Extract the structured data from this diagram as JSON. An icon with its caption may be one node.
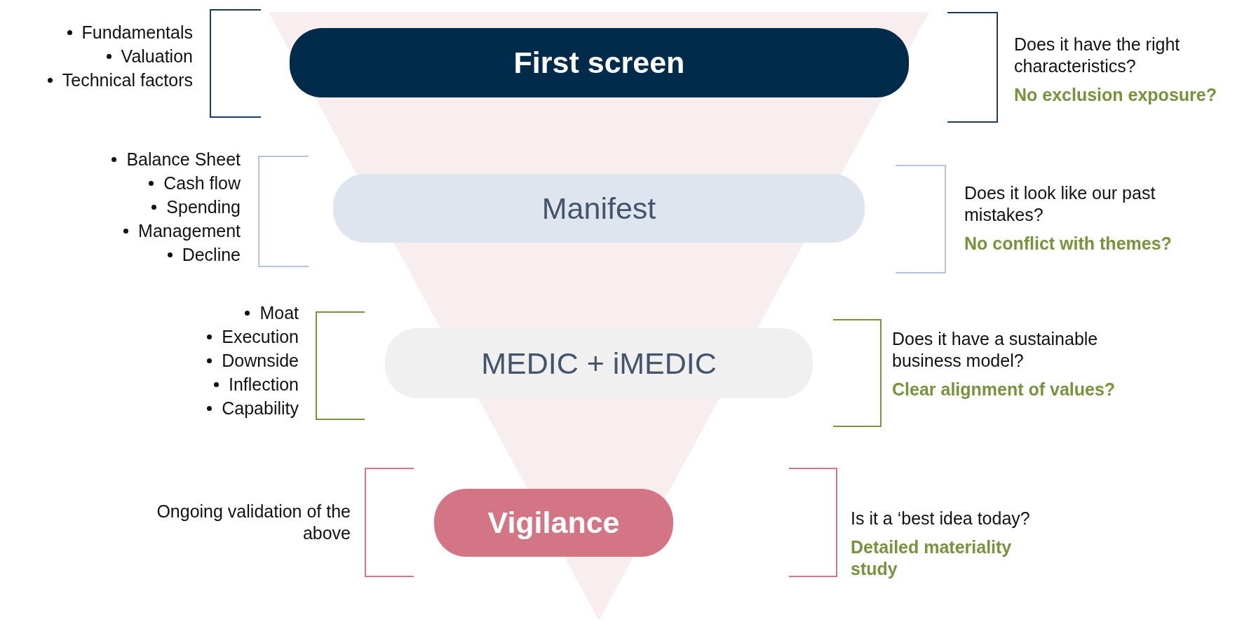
{
  "diagram": {
    "nodes": [
      {
        "text": [
          "First screen"
        ],
        "beside": [
          "Fundamentals",
          "Valuation",
          "Technical factors",
          "Does it have the right characteristics?",
          "No exclusion exposure?"
        ]
      },
      {
        "text": [
          "Manifest"
        ],
        "beside": [
          "Balance Sheet",
          "Cash flow",
          "Spending",
          "Management",
          "Decline",
          "Does it look like our past mistakes?",
          "No conflict with themes?"
        ]
      },
      {
        "text": [
          "MEDIC + iMEDIC"
        ],
        "beside": [
          "Moat",
          "Execution",
          "Downside",
          "Inflection",
          "Capability",
          "Does it have a sustainable business model?",
          "Clear alignment of values?"
        ]
      },
      {
        "text": [
          "Vigilance"
        ],
        "beside": [
          "Is it a ‘best idea today?",
          "Detailed materiality study"
        ]
      }
    ],
    "labels": [
      "Ongoing validation of the above"
    ]
  }
}
